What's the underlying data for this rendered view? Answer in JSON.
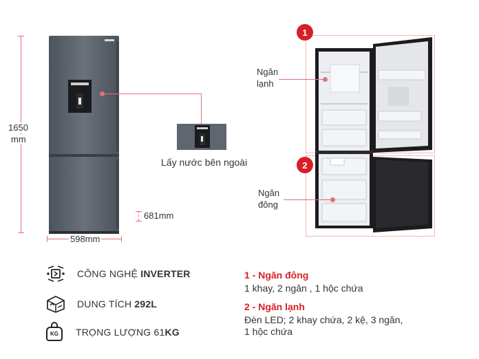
{
  "dimensions": {
    "height_value": "1650",
    "height_unit": "mm",
    "width": "598mm",
    "depth": "681mm"
  },
  "dispenser_caption": "Lấy nước bên ngoài",
  "compartments": [
    {
      "number": "1",
      "label_line1": "Ngăn",
      "label_line2": "lạnh"
    },
    {
      "number": "2",
      "label_line1": "Ngăn",
      "label_line2": "đông"
    }
  ],
  "features": [
    {
      "icon": "inverter-chip-icon",
      "prefix": "CÔNG NGHỆ ",
      "strong": "INVERTER",
      "suffix": ""
    },
    {
      "icon": "capacity-box-icon",
      "prefix": "DUNG TÍCH ",
      "strong": "292L",
      "suffix": ""
    },
    {
      "icon": "weight-kg-icon",
      "prefix": "TRỌNG LƯỢNG 61",
      "strong": "KG",
      "suffix": ""
    }
  ],
  "weight_icon_text": "KG",
  "details": [
    {
      "title": "1 - Ngăn đông",
      "lines": [
        "1 khay, 2 ngăn , 1 hộc chứa"
      ]
    },
    {
      "title": "2 - Ngăn lạnh",
      "lines": [
        "Đèn LED; 2 khay chứa, 2 kệ, 3 ngăn,",
        "1 hộc chứa"
      ]
    }
  ],
  "colors": {
    "accent_red": "#d61f26",
    "fridge_body": "#5f6670",
    "fridge_interior_dark": "#1f1f22"
  }
}
